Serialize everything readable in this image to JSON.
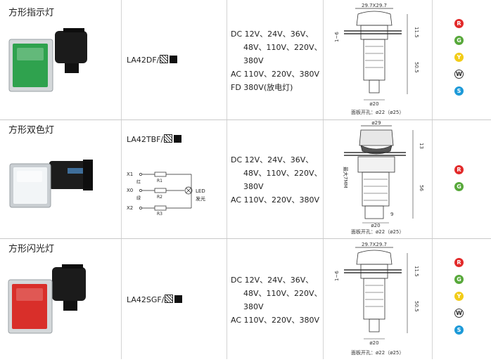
{
  "rows": [
    {
      "title": "方形指示灯",
      "model": "LA42DF/",
      "voltages": [
        "DC 12V、24V、36V、",
        "48V、110V、220V、",
        "380V",
        "AC 110V、220V、380V",
        "FD 380V(放电灯)"
      ],
      "dims": {
        "top": "29.7X29.7",
        "side": "11.5",
        "height": "50.5",
        "base": "ø20",
        "panel": "1~6"
      },
      "hole": "面板开孔：ø22（ø25）",
      "led_colors": [
        "R",
        "G",
        "Y",
        "W",
        "S"
      ],
      "lens_color": "#2fa24e"
    },
    {
      "title": "方形双色灯",
      "model": "LA42TBF/",
      "voltages": [
        "DC 12V、24V、36V、",
        "48V、110V、220V、",
        "380V",
        "AC 110V、220V、380V"
      ],
      "dims": {
        "top": "ø29",
        "side": "13",
        "height": "56",
        "base": "ø20",
        "panel": "最大7MM",
        "small": "9"
      },
      "hole": "面板开孔：ø22（ø25）",
      "led_colors": [
        "R",
        "G"
      ],
      "lens_color": "#f2f5f7",
      "circuit": {
        "x1": "X1",
        "x0": "X0",
        "x2": "X2",
        "red": "红",
        "green": "绿",
        "r1": "R1",
        "r2": "R2",
        "r3": "R3",
        "led": "LED",
        "glow": "发光"
      }
    },
    {
      "title": "方形闪光灯",
      "model": "LA42SGF/",
      "voltages": [
        "DC 12V、24V、36V、",
        "48V、110V、220V、",
        "380V",
        "AC 110V、220V、380V"
      ],
      "dims": {
        "top": "29.7X29.7",
        "side": "11.5",
        "height": "50.5",
        "base": "ø20",
        "panel": "1~6"
      },
      "hole": "面板开孔：ø22（ø25）",
      "led_colors": [
        "R",
        "G",
        "Y",
        "W",
        "S"
      ],
      "lens_color": "#d92f2a"
    }
  ]
}
